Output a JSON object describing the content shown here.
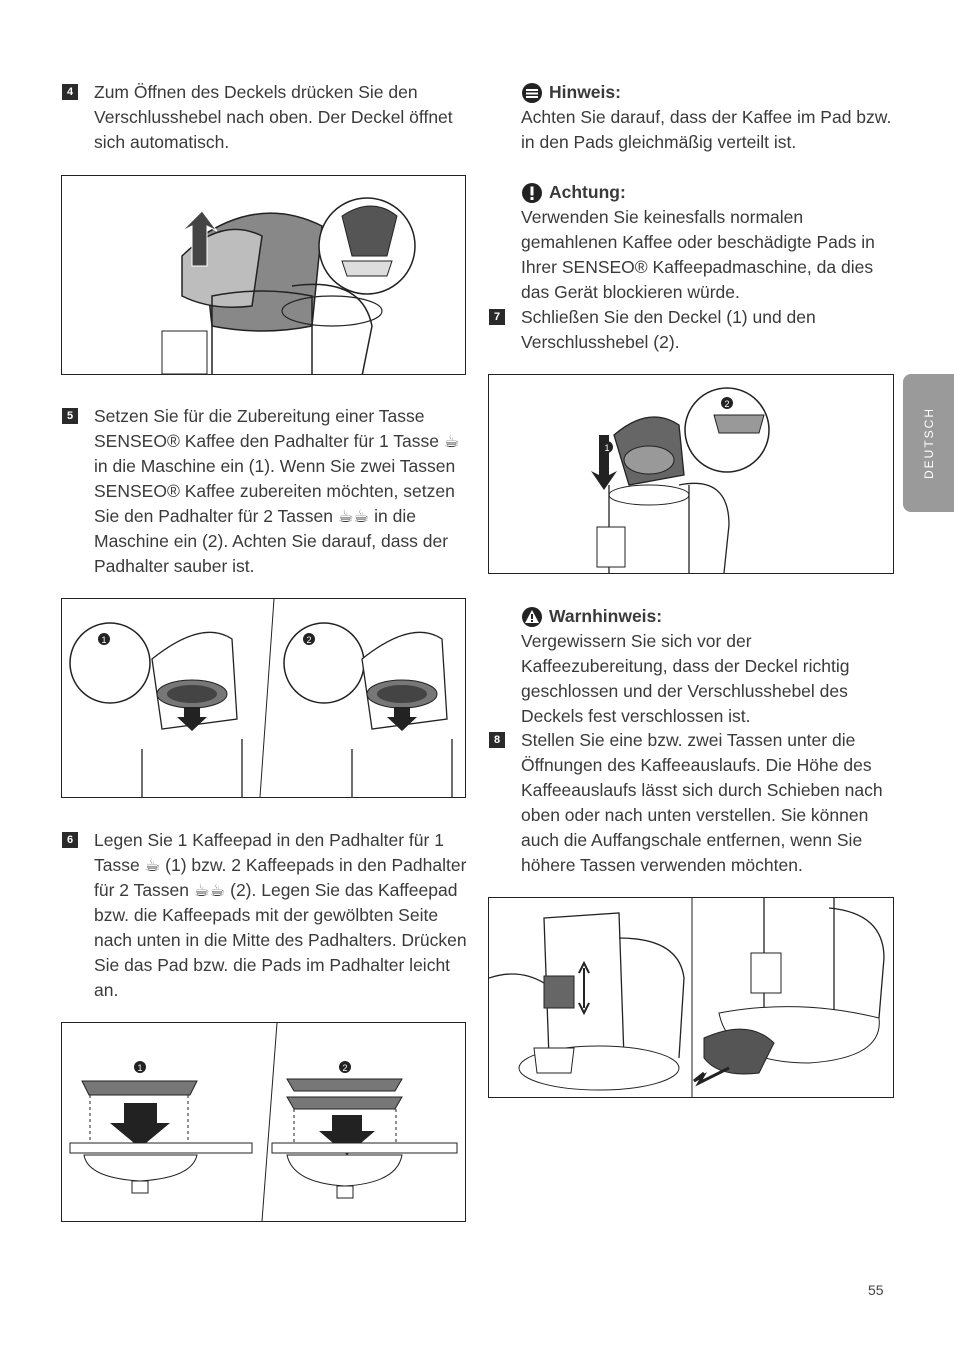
{
  "steps": {
    "s4": {
      "num": "4",
      "text": "Zum Öffnen des Deckels drücken Sie den Verschlusshebel nach oben. Der Deckel öffnet sich automatisch."
    },
    "s5": {
      "num": "5",
      "text": "Setzen Sie für die Zubereitung einer Tasse SENSEO® Kaffee den Padhalter für 1 Tasse ☕ in die Maschine ein (1). Wenn Sie zwei Tassen SENSEO® Kaffee zubereiten möchten, setzen Sie den Padhalter für 2 Tassen ☕☕ in die Maschine ein (2). Achten Sie darauf, dass der Padhalter sauber ist."
    },
    "s6": {
      "num": "6",
      "text": "Legen Sie 1 Kaffeepad in den Padhalter für 1 Tasse ☕ (1) bzw. 2 Kaffeepads in den Padhalter für 2 Tassen ☕☕ (2). Legen Sie das Kaffeepad bzw. die Kaffeepads mit der gewölbten Seite nach unten in die Mitte des Padhalters. Drücken Sie das Pad bzw. die Pads im Padhalter leicht an."
    },
    "s7": {
      "num": "7",
      "text": "Schließen Sie den Deckel (1) und den Verschlusshebel (2)."
    },
    "s8": {
      "num": "8",
      "text": "Stellen Sie eine bzw. zwei Tassen unter die Öffnungen des Kaffeeauslaufs. Die Höhe des Kaffeeauslaufs lässt sich durch Schieben nach oben oder nach unten verstellen. Sie können auch die Auffangschale entfernen, wenn Sie höhere Tassen verwenden möchten."
    }
  },
  "notes": {
    "hinweis": {
      "title": "Hinweis:",
      "text": "Achten Sie darauf, dass der Kaffee im Pad bzw. in den Pads gleichmäßig verteilt ist."
    },
    "achtung": {
      "title": "Achtung:",
      "text": "Verwenden Sie keinesfalls normalen gemahlenen Kaffee oder beschädigte Pads in Ihrer SENSEO® Kaffeepadmaschine, da dies das Gerät blockieren würde."
    },
    "warnhinweis": {
      "title": "Warnhinweis:",
      "text": "Vergewissern Sie sich vor der Kaffeezubereitung, dass der Deckel richtig geschlossen und der Verschlusshebel des Deckels fest verschlossen ist."
    }
  },
  "figure_labels": {
    "one": "1",
    "two": "2"
  },
  "side_tab": "DEUTSCH",
  "page_number": "55"
}
